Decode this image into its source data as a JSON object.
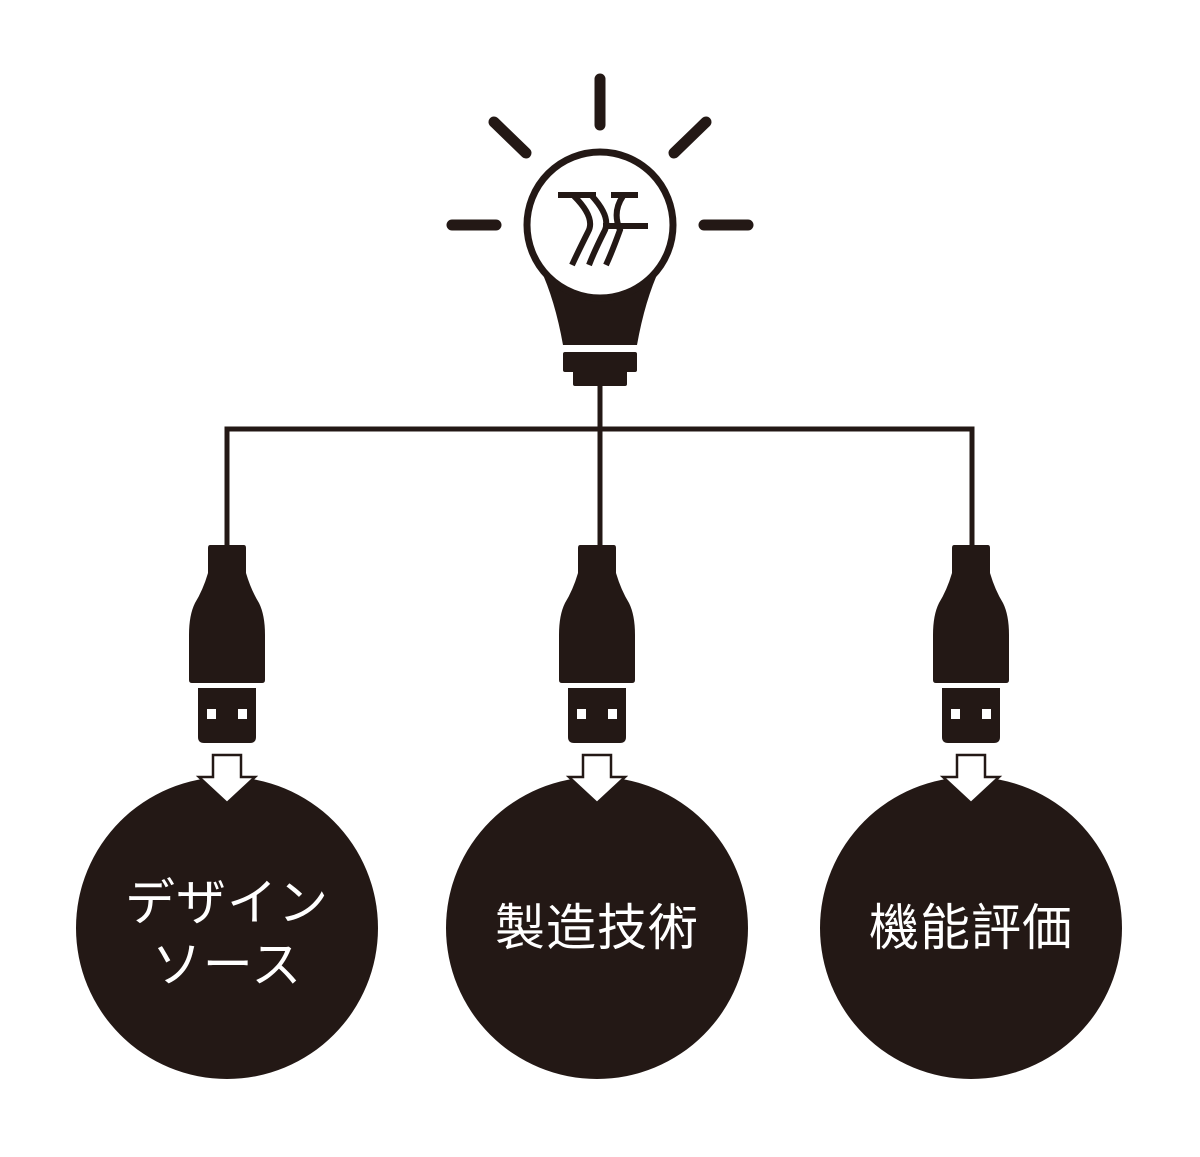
{
  "diagram": {
    "colors": {
      "ink": "#231815",
      "background": "#ffffff",
      "text": "#ffffff"
    },
    "hub": {
      "icon": "lightbulb-with-logo-icon",
      "logo": "wave-chevron-logo-icon"
    },
    "nodes": [
      {
        "id": "design-source",
        "line1": "デザイン",
        "line2": "ソース",
        "icon": "usb-plug-icon"
      },
      {
        "id": "manufacturing-tech",
        "line1": "製造技術",
        "line2": "",
        "icon": "usb-plug-icon"
      },
      {
        "id": "functional-eval",
        "line1": "機能評価",
        "line2": "",
        "icon": "usb-plug-icon"
      }
    ]
  }
}
